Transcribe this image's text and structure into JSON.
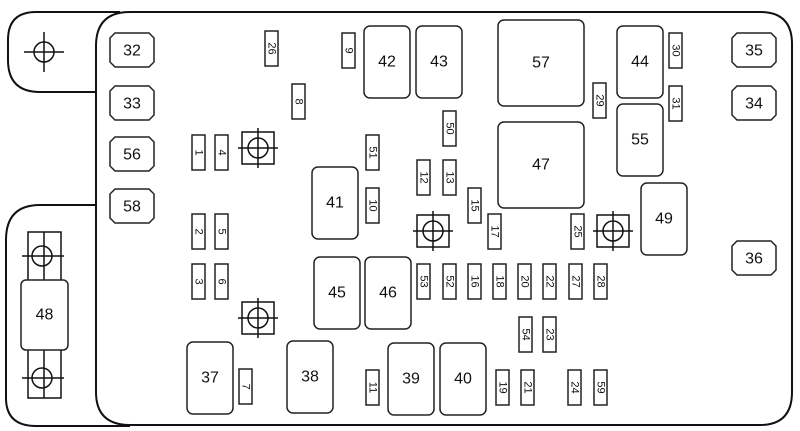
{
  "diagram": {
    "title": "Fuse box layout",
    "colors": {
      "line": "#111111",
      "background": "#ffffff"
    },
    "maxi_fuses": [
      "32",
      "33",
      "56",
      "58",
      "35",
      "34",
      "36"
    ],
    "relays": [
      "42",
      "43",
      "57",
      "44",
      "55",
      "47",
      "41",
      "49",
      "45",
      "46",
      "37",
      "38",
      "39",
      "40"
    ],
    "mini_fuses": [
      "26",
      "9",
      "8",
      "1",
      "4",
      "51",
      "50",
      "29",
      "30",
      "31",
      "12",
      "13",
      "10",
      "15",
      "2",
      "5",
      "17",
      "25",
      "3",
      "6",
      "53",
      "52",
      "16",
      "18",
      "20",
      "22",
      "27",
      "28",
      "54",
      "23",
      "7",
      "11",
      "19",
      "21",
      "24",
      "59"
    ],
    "mega_fuse": "48"
  }
}
